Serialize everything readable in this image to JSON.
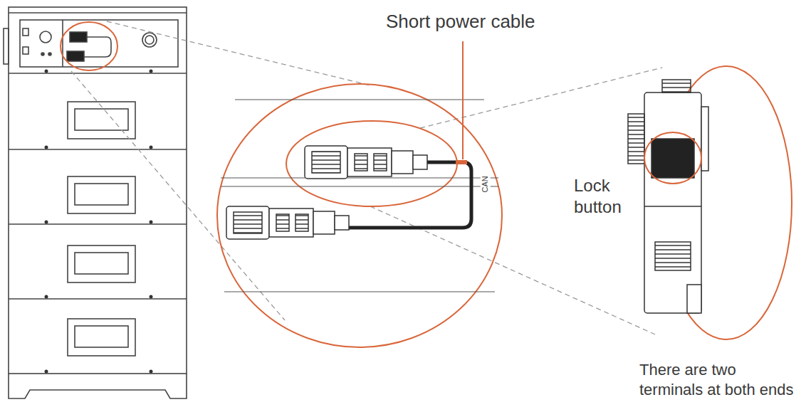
{
  "diagram": {
    "labels": [
      "Short power cable",
      "CAN",
      "Lock button",
      "There are two terminals at both ends"
    ]
  }
}
